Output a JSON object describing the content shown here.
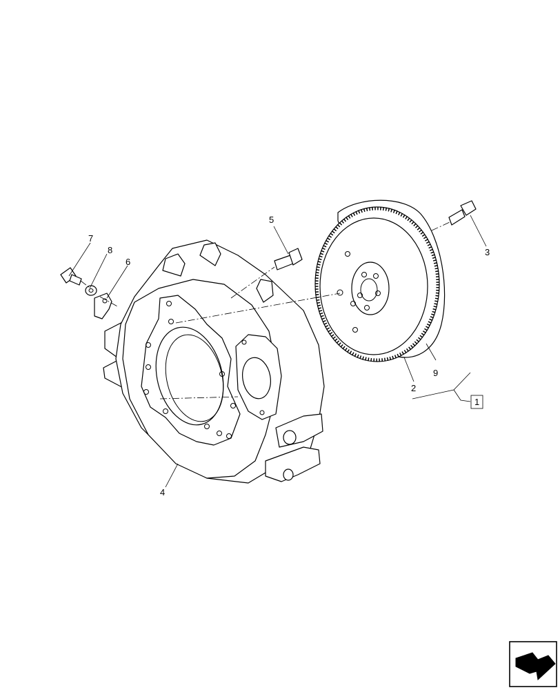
{
  "callouts": {
    "c1": "1",
    "c2": "2",
    "c3": "3",
    "c4": "4",
    "c5": "5",
    "c6": "6",
    "c7": "7",
    "c8": "8",
    "c9": "9"
  },
  "icons": {
    "nav": "next-page-arrow-icon"
  }
}
